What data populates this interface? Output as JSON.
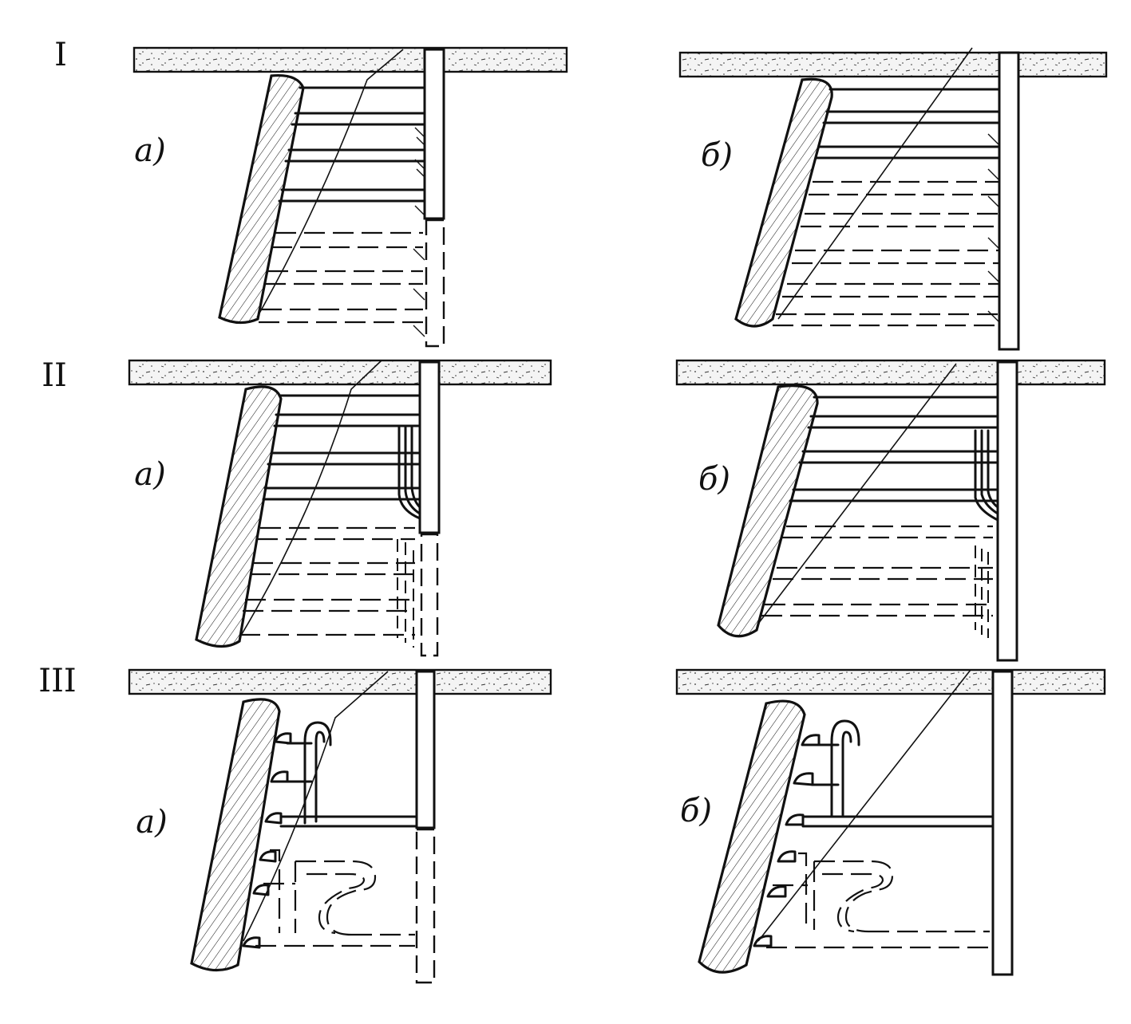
{
  "rows": [
    {
      "roman": "I",
      "left_label": "а)",
      "right_label": "б)"
    },
    {
      "roman": "II",
      "left_label": "а)",
      "right_label": "б)"
    },
    {
      "roman": "III",
      "left_label": "а)",
      "right_label": "б)"
    }
  ],
  "colors": {
    "ink": "#111111",
    "background": "#ffffff",
    "sand": "#f2f2f2"
  }
}
